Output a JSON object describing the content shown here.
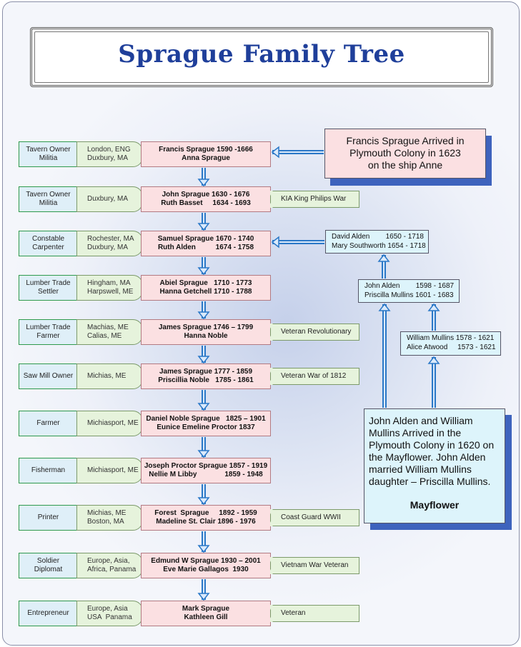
{
  "title": "Sprague Family Tree",
  "generations": [
    {
      "occupation": [
        "Tavern Owner",
        "Militia"
      ],
      "locations": [
        "London, ENG",
        "Duxbury, MA"
      ],
      "names": [
        "Francis Sprague 1590 -1666",
        "Anna Sprague"
      ],
      "note": ""
    },
    {
      "occupation": [
        "Tavern Owner",
        "Militia"
      ],
      "locations": [
        "Duxbury, MA"
      ],
      "names": [
        "John Sprague 1630 - 1676",
        "Ruth Basset     1634 - 1693"
      ],
      "note": "KIA   King Philips War"
    },
    {
      "occupation": [
        "Constable",
        "Carpenter"
      ],
      "locations": [
        "Rochester, MA",
        "Duxbury, MA"
      ],
      "names": [
        "Samuel Sprague 1670 - 1740",
        "Ruth Alden          1674 - 1758"
      ],
      "note": ""
    },
    {
      "occupation": [
        "Lumber Trade",
        "Settler"
      ],
      "locations": [
        "Hingham, MA",
        "Harpswell, ME"
      ],
      "names": [
        "Abiel Sprague   1710 - 1773",
        "Hanna Getchell 1710 - 1788"
      ],
      "note": ""
    },
    {
      "occupation": [
        "Lumber Trade",
        "Farmer"
      ],
      "locations": [
        "Machias, ME",
        "Calias, ME"
      ],
      "names": [
        "James Sprague 1746 – 1799",
        "Hanna Noble"
      ],
      "note": "Veteran Revolutionary War"
    },
    {
      "occupation": [
        "Saw Mill Owner"
      ],
      "locations": [
        "Michias, ME"
      ],
      "names": [
        "James Sprague 1777 - 1859",
        "Priscillia Noble   1785 - 1861"
      ],
      "note": "Veteran War of 1812"
    },
    {
      "occupation": [
        "Farmer"
      ],
      "locations": [
        "Michiasport, ME"
      ],
      "names": [
        "Daniel Noble Sprague   1825 – 1901",
        "Eunice Emeline Proctor 1837"
      ],
      "note": ""
    },
    {
      "occupation": [
        "Fisherman"
      ],
      "locations": [
        "Michiasport, ME"
      ],
      "names": [
        "Joseph Proctor Sprague 1857 - 1919",
        "Nellie M Libby              1859 - 1948"
      ],
      "note": ""
    },
    {
      "occupation": [
        "Printer"
      ],
      "locations": [
        "Michias, ME",
        "Boston, MA"
      ],
      "names": [
        "Forest  Sprague     1892 - 1959",
        "Madeline St. Clair 1896 - 1976"
      ],
      "note": "Coast Guard WWII"
    },
    {
      "occupation": [
        "Soldier",
        "Diplomat"
      ],
      "locations": [
        "Europe, Asia,",
        "Africa, Panama"
      ],
      "names": [
        "Edmund W Sprague 1930 – 2001",
        "Eve Marie Gallagos  1930"
      ],
      "note": "Vietnam War Veteran"
    },
    {
      "occupation": [
        "Entrepreneur"
      ],
      "locations": [
        "Europe, Asia",
        "USA  Panama"
      ],
      "names": [
        "Mark Sprague",
        "Kathleen Gill"
      ],
      "note": "Veteran"
    }
  ],
  "anne_callout": [
    "Francis Sprague Arrived in",
    "Plymouth Colony in 1623",
    "on the ship Anne"
  ],
  "alden_southworth": [
    "David Alden        1650 - 1718",
    "Mary Southworth 1654 - 1718"
  ],
  "alden_mullins": [
    "John Alden        1598 - 1687",
    "Priscilla Mullins 1601 - 1683"
  ],
  "mullins_atwood": [
    "William Mullins 1578 - 1621",
    "Alice Atwood     1573 - 1621"
  ],
  "mayflower_callout": {
    "text": "John Alden and William Mullins Arrived in the Plymouth Colony in 1620 on the Mayflower. John Alden married William Mullins daughter – Priscilla Mullins.",
    "label": "Mayflower"
  },
  "colors": {
    "title": "#1f3f9a",
    "occupation_fill": "#dfeff8",
    "occupation_border": "#2f9a4c",
    "location_fill": "#e6f3dc",
    "names_fill": "#fbe0e2",
    "arrow": "#2b78c7",
    "shadow": "#3e63bd"
  }
}
